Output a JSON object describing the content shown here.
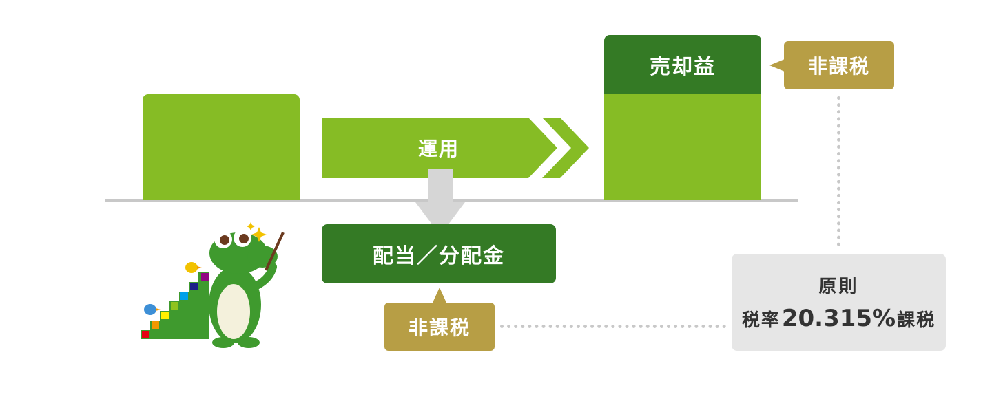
{
  "diagram": {
    "flow_label": "運用",
    "sale_gain_label": "売却益",
    "dividend_label": "配当／分配金",
    "sale_gain_tax_tag": "非課税",
    "dividend_tax_tag": "非課税",
    "principle_box": {
      "line1": "原則",
      "prefix": "税率",
      "rate": "20.315%",
      "suffix": "課税"
    }
  },
  "colors": {
    "light_green": "#86bc25",
    "dark_green": "#347a25",
    "gold": "#b79e45",
    "gray_box": "#e6e6e6",
    "connector_gray": "#c8c8c8"
  },
  "icons": {
    "mascot": "crocodile-mascot-with-pointer-icon"
  }
}
